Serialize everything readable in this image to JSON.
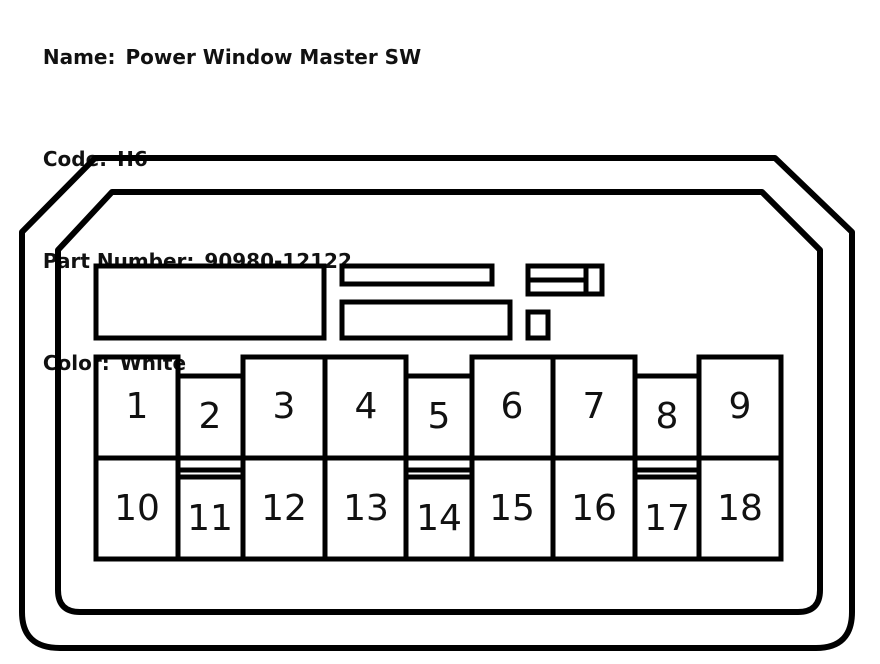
{
  "info": {
    "name_label": "Name:",
    "name_value": "Power Window Master SW",
    "code_label": "Code:",
    "code_value": "H6",
    "part_label": "Part Number:",
    "part_value": "90980-12122",
    "color_label": "Color:",
    "color_value": "White"
  },
  "connector": {
    "pins": [
      "1",
      "2",
      "3",
      "4",
      "5",
      "6",
      "7",
      "8",
      "9",
      "10",
      "11",
      "12",
      "13",
      "14",
      "15",
      "16",
      "17",
      "18"
    ]
  },
  "colors": {
    "stroke": "#000000",
    "fill": "#ffffff",
    "text": "#111111"
  }
}
